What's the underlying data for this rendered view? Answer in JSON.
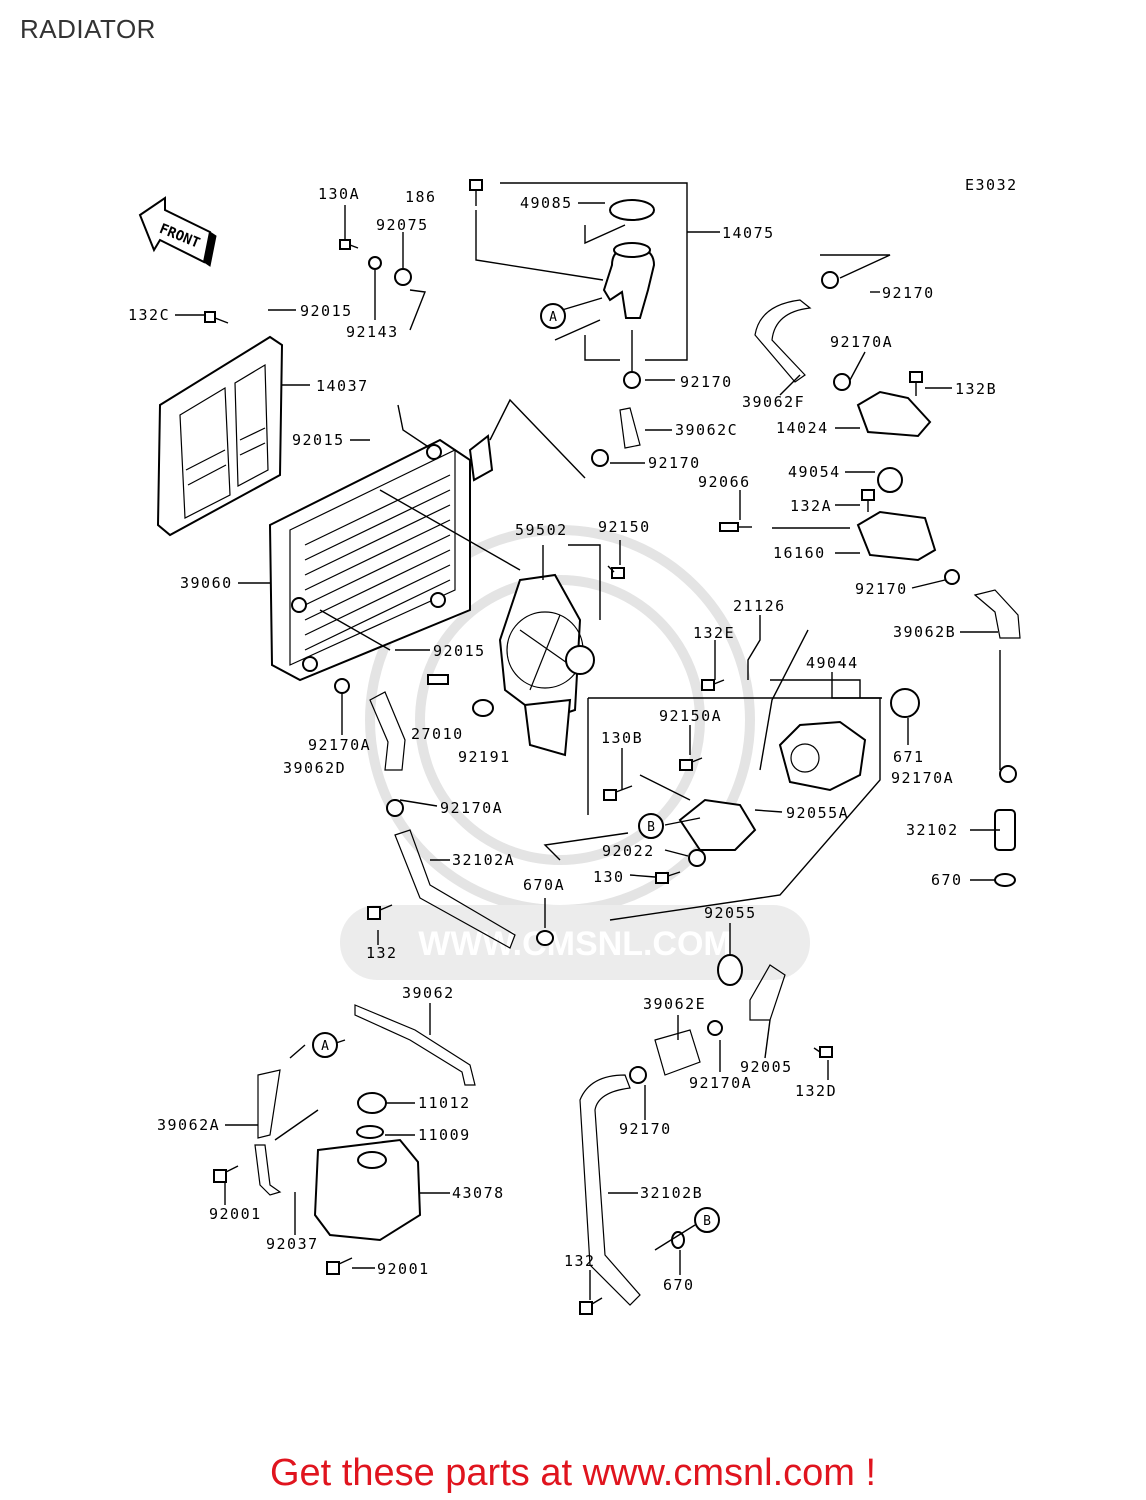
{
  "title": "RADIATOR",
  "diagram_code": "E3032",
  "front_label": "FRONT",
  "watermark": "WWW.CMSNL.COM",
  "cta": "Get these parts at www.cmsnl.com !",
  "callouts": {
    "a": "A",
    "b": "B"
  },
  "parts": {
    "p130A": "130A",
    "p186": "186",
    "p92075": "92075",
    "p49085": "49085",
    "p14075": "14075",
    "p92170_top": "92170",
    "p132C": "132C",
    "p92015_a": "92015",
    "p92143": "92143",
    "p92170A_a": "92170A",
    "p14037": "14037",
    "p92170_b": "92170",
    "p39062F": "39062F",
    "p132B": "132B",
    "p14024": "14024",
    "p92015_b": "92015",
    "p39062C": "39062C",
    "p92170_c": "92170",
    "p49054": "49054",
    "p92066": "92066",
    "p132A": "132A",
    "p59502": "59502",
    "p92150": "92150",
    "p16160": "16160",
    "p39060": "39060",
    "p92170_d": "92170",
    "p21126": "21126",
    "p39062B": "39062B",
    "p132E": "132E",
    "p92015_c": "92015",
    "p49044": "49044",
    "p92150A": "92150A",
    "p27010": "27010",
    "p92170A_b": "92170A",
    "p130B": "130B",
    "p671": "671",
    "p92191": "92191",
    "p39062D": "39062D",
    "p92170A_c": "92170A",
    "p92055A": "92055A",
    "p32102": "32102",
    "p92170A_d": "92170A",
    "p92022": "92022",
    "p32102A": "32102A",
    "p130": "130",
    "p670A": "670A",
    "p670_a": "670",
    "p92055": "92055",
    "p132_a": "132",
    "p39062": "39062",
    "p39062E": "39062E",
    "p92005": "92005",
    "p132D": "132D",
    "p92170A_e": "92170A",
    "p11012": "11012",
    "p39062A": "39062A",
    "p11009": "11009",
    "p92170_e": "92170",
    "p92001_a": "92001",
    "p43078": "43078",
    "p32102B": "32102B",
    "p92037": "92037",
    "p132_b": "132",
    "p670_b": "670",
    "p92001_b": "92001"
  }
}
